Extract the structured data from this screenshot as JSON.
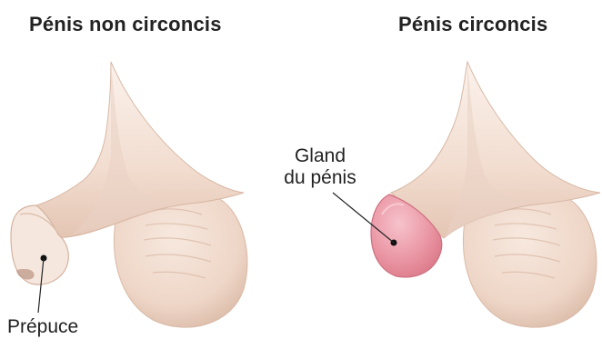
{
  "titles": {
    "left": "Pénis non circoncis",
    "right": "Pénis circoncis"
  },
  "labels": {
    "prepuce": "Prépuce",
    "gland_line1": "Gland",
    "gland_line2": "du pénis"
  },
  "colors": {
    "skin_light": "#f8ebe2",
    "skin_mid": "#efd9cc",
    "skin_shadow": "#e0c0ae",
    "outline": "#d2ae9b",
    "glans": "#e98a98",
    "glans_light": "#f4b4bf",
    "text": "#222222"
  }
}
